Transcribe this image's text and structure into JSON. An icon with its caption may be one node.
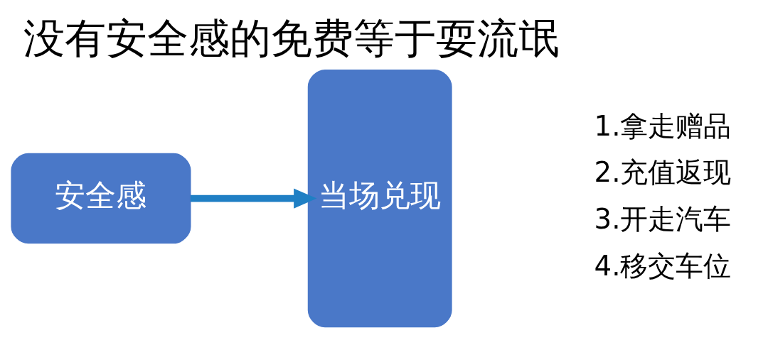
{
  "diagram": {
    "title": "没有安全感的免费等于耍流氓",
    "nodes": [
      {
        "text": [
          "安全感"
        ]
      },
      {
        "text": [
          "当场兑现"
        ]
      }
    ],
    "edges": [
      {
        "from": 0,
        "to": 1,
        "arrow": "to",
        "color": "#1f7fc4"
      }
    ],
    "labels": [
      "1.拿走赠品",
      "2.充值返现",
      "3.开走汽车",
      "4.移交车位"
    ]
  }
}
